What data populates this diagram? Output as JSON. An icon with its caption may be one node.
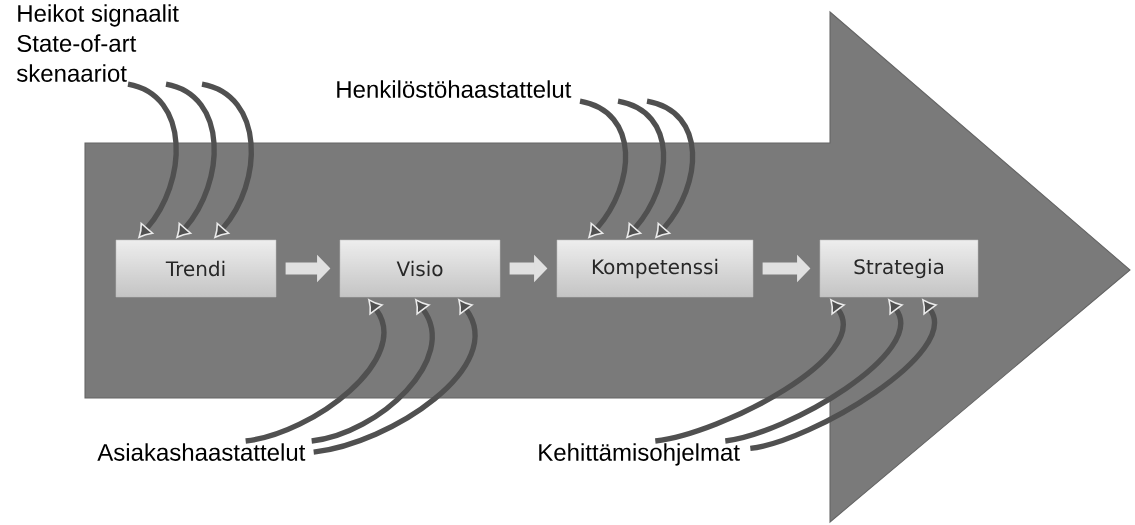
{
  "diagram": {
    "nodes": [
      {
        "text": [
          "Trendi"
        ]
      },
      {
        "text": [
          "Visio"
        ]
      },
      {
        "text": [
          "Kompetenssi"
        ]
      },
      {
        "text": [
          "Strategia"
        ]
      },
      {
        "text": [
          "Heikot signaalit",
          "State-of-art",
          "skenaariot"
        ]
      },
      {
        "text": [
          "Henkilöstöhaastattelut"
        ]
      },
      {
        "text": [
          "Asiakashaastattelut"
        ]
      },
      {
        "text": [
          "Kehittämisohjelmat"
        ]
      }
    ],
    "edges": [
      {
        "from": 0,
        "to": 1,
        "arrow": "to",
        "style": "thick",
        "color": "#e0e0e0"
      },
      {
        "from": 1,
        "to": 2,
        "arrow": "to",
        "style": "thick",
        "color": "#e0e0e0"
      },
      {
        "from": 2,
        "to": 3,
        "arrow": "to",
        "style": "thick",
        "color": "#e0e0e0"
      },
      {
        "from": 4,
        "to": 0,
        "arrow": "to"
      },
      {
        "from": 4,
        "to": 0,
        "arrow": "to"
      },
      {
        "from": 4,
        "to": 0,
        "arrow": "to"
      },
      {
        "from": 5,
        "to": 2,
        "arrow": "to"
      },
      {
        "from": 5,
        "to": 2,
        "arrow": "to"
      },
      {
        "from": 5,
        "to": 2,
        "arrow": "to"
      },
      {
        "from": 6,
        "to": 1,
        "arrow": "to"
      },
      {
        "from": 6,
        "to": 1,
        "arrow": "to"
      },
      {
        "from": 6,
        "to": 1,
        "arrow": "to"
      },
      {
        "from": 7,
        "to": 3,
        "arrow": "to"
      },
      {
        "from": 7,
        "to": 3,
        "arrow": "to"
      },
      {
        "from": 7,
        "to": 3,
        "arrow": "to"
      }
    ]
  }
}
